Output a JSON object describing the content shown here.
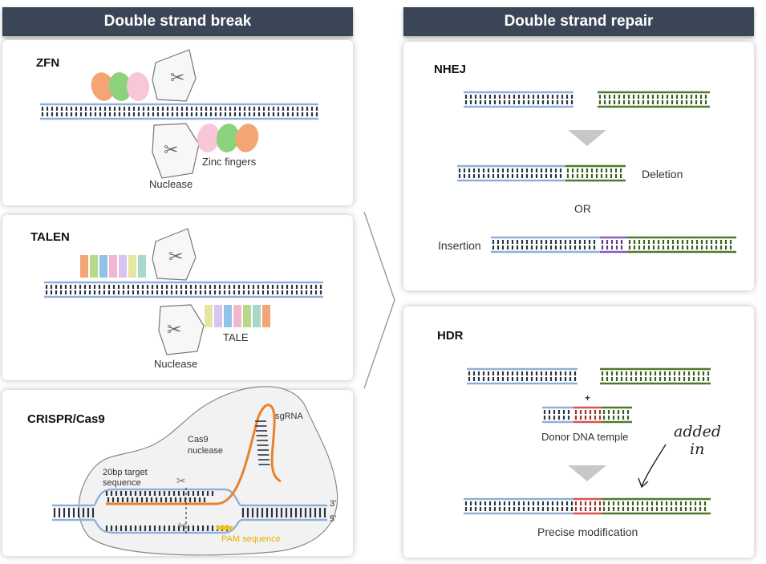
{
  "left_header": "Double strand break",
  "right_header": "Double strand repair",
  "zfn": {
    "title": "ZFN",
    "zinc_label": "Zinc fingers",
    "nuclease_label": "Nuclease"
  },
  "talen": {
    "title": "TALEN",
    "tale_label": "TALE",
    "nuclease_label": "Nuclease"
  },
  "crispr": {
    "title": "CRISPR/Cas9",
    "sgrna": "sgRNA",
    "cas9_line1": "Cas9",
    "cas9_line2": "nuclease",
    "target_line1": "20bp target",
    "target_line2": "sequence",
    "pam": "PAM sequence",
    "three_prime": "3'",
    "five_prime": "5'"
  },
  "nhej": {
    "title": "NHEJ",
    "deletion": "Deletion",
    "or": "OR",
    "insertion": "Insertion"
  },
  "hdr": {
    "title": "HDR",
    "plus": "+",
    "donor": "Donor DNA temple",
    "precise": "Precise modification"
  },
  "annotation": {
    "line1": "added",
    "line2": "in"
  },
  "colors": {
    "blue_strand": "#8fb0d8",
    "green_strand": "#4f7a2c",
    "orange_rna": "#e8822c",
    "red_donor": "#d9534f",
    "purple_insert": "#8a5bc2",
    "pam_yellow": "#f2c418"
  }
}
